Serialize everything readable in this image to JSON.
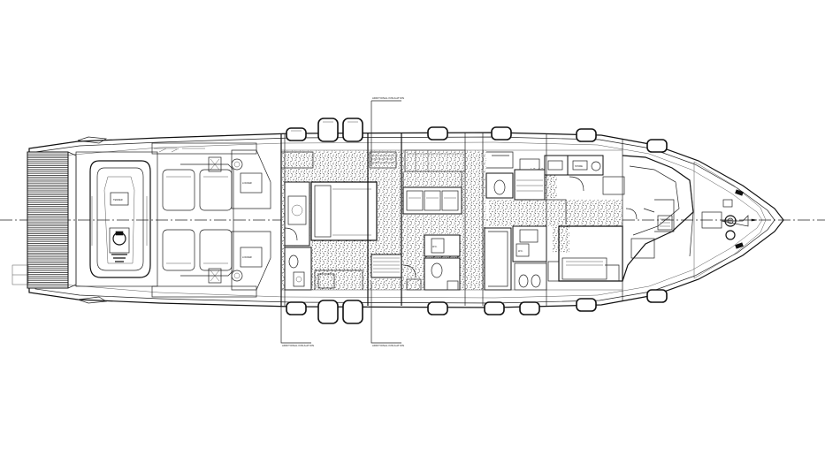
{
  "annotations": {
    "note_top": "ADDITIONAL INSULATION",
    "note_bottom_left": "ADDITIONAL INSULATION",
    "note_bottom_right": "ADDITIONAL INSULATION"
  },
  "room_labels": {
    "tender": "TENDER",
    "locker_a": "LOCKER",
    "locker_b": "LOCKER",
    "wc_a": "W.C.",
    "wc_b": "W.C.",
    "store": "STORE"
  }
}
